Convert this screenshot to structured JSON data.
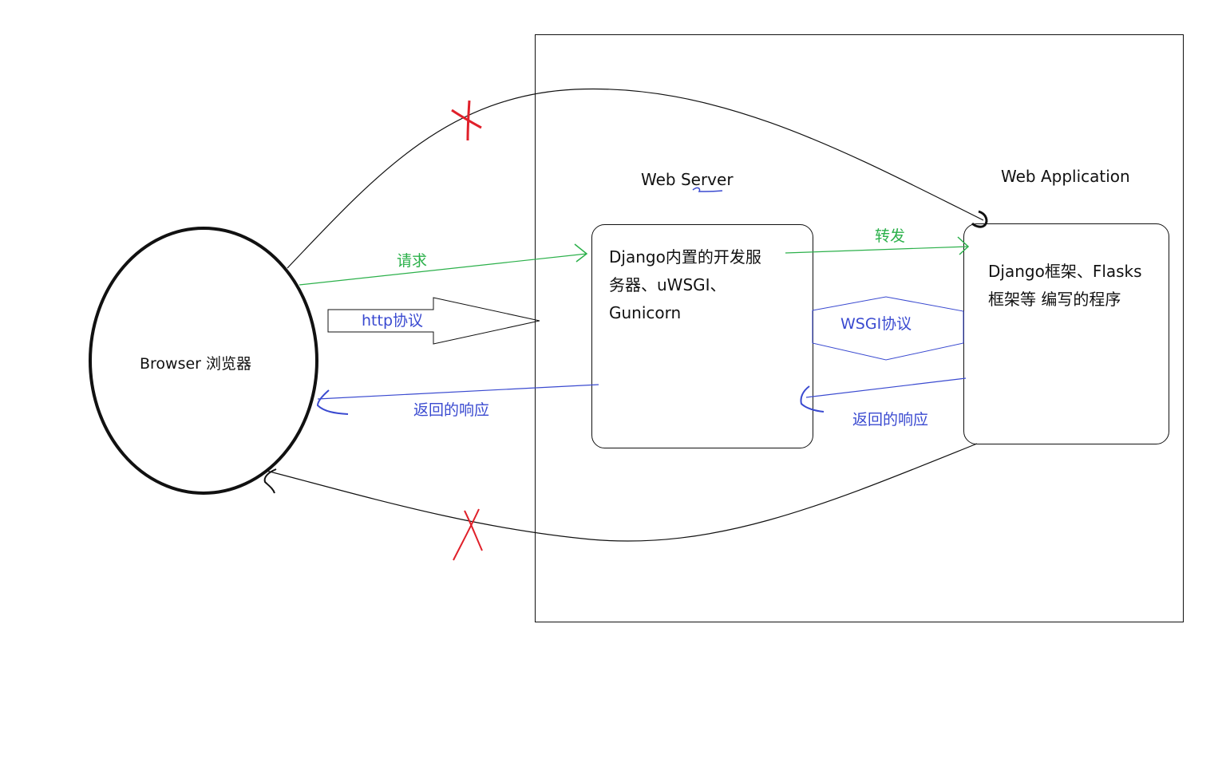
{
  "browser": {
    "label": "Browser 浏览器"
  },
  "web_server": {
    "title": "Web Server",
    "box_text": [
      "Django内置的开发服",
      "务器、uWSGI、",
      "Gunicorn"
    ]
  },
  "web_application": {
    "title": "Web Application",
    "box_text": [
      "Django框架、Flasks",
      "框架等 编写的程序"
    ]
  },
  "arrows": {
    "request": "请求",
    "forward": "转发",
    "http_protocol": "http协议",
    "wsgi_protocol": "WSGI协议",
    "response_to_browser": "返回的响应",
    "response_to_server": "返回的响应"
  },
  "colors": {
    "outline": "#111111",
    "request_arrow": "#2bb04a",
    "response_arrow": "#3a4ad0",
    "cross_mark": "#e0202a"
  }
}
